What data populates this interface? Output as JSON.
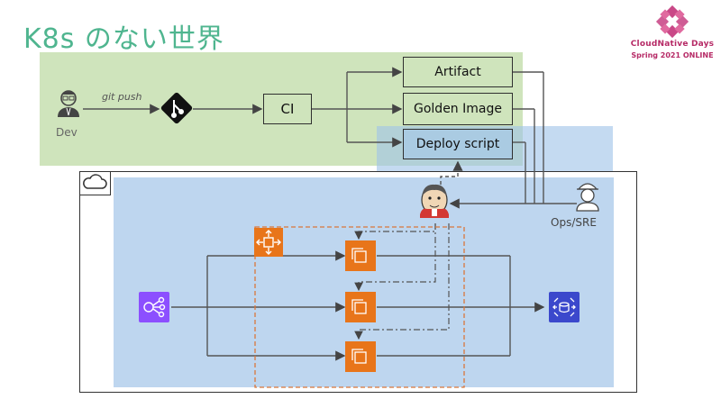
{
  "slide": {
    "title": "K8s のない世界"
  },
  "brand": {
    "line1": "CloudNative Days",
    "line2": "Spring 2021 ONLINE",
    "color": "#b62a66"
  },
  "nodes": {
    "dev_label": "Dev",
    "git_push_label": "git push",
    "ci_label": "CI",
    "artifact_label": "Artifact",
    "golden_image_label": "Golden Image",
    "deploy_script_label": "Deploy script",
    "ops_label": "Ops/SRE"
  },
  "colors": {
    "title": "#4fb58f",
    "build_zone": "#cfe4bc",
    "cloud_zone": "#bed6ef",
    "aws_orange": "#e8751a",
    "aws_purple": "#8c4fff",
    "aws_blue": "#3b48cc",
    "jenkins_red": "#d33833",
    "autoscaling_outline": "#d9773b"
  },
  "icons": [
    "developer-icon",
    "git-icon",
    "cloud-icon",
    "jenkins-icon",
    "ops-engineer-icon",
    "load-balancer-icon",
    "autoscaling-icon",
    "ec2-instance-icon",
    "database-endpoint-icon"
  ]
}
